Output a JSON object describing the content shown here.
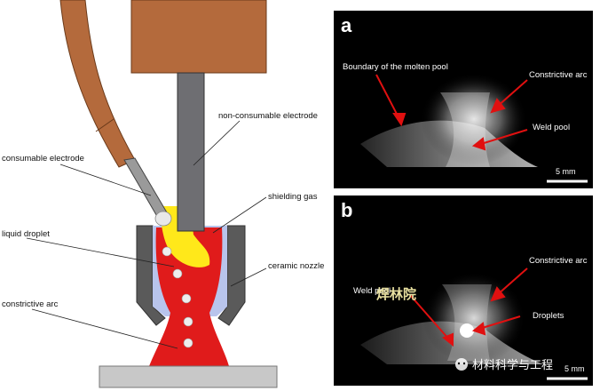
{
  "schematic": {
    "labels": {
      "non_consumable_electrode": "non-consumable electrode",
      "consumable_electrode": "consumable electrode",
      "shielding_gas": "shielding gas",
      "liquid_droplet": "liquid droplet",
      "ceramic_nozzle": "ceramic nozzle",
      "constrictive_arc": "constrictive arc"
    },
    "colors": {
      "electrode_holder": "#b46a3c",
      "wire": "#9a9a9a",
      "tungsten": "#6e6e72",
      "nozzle": "#555555",
      "shielding_gas": "#b8c4ec",
      "plasma": "#e01b1b",
      "hot_zone": "#ffe81a",
      "droplet": "#eeeeee"
    }
  },
  "panel_a": {
    "letter": "a",
    "labels": {
      "boundary": "Boundary of the molten pool",
      "constrictive_arc": "Constrictive arc",
      "weld_pool": "Weld pool"
    },
    "scale": "5 mm"
  },
  "panel_b": {
    "letter": "b",
    "labels": {
      "constrictive_arc": "Constrictive arc",
      "weld_pool": "Weld pool",
      "droplets": "Droplets"
    },
    "scale": "5 mm"
  },
  "watermark": {
    "overlay": "焊林院",
    "brand": "材料科学与工程"
  }
}
